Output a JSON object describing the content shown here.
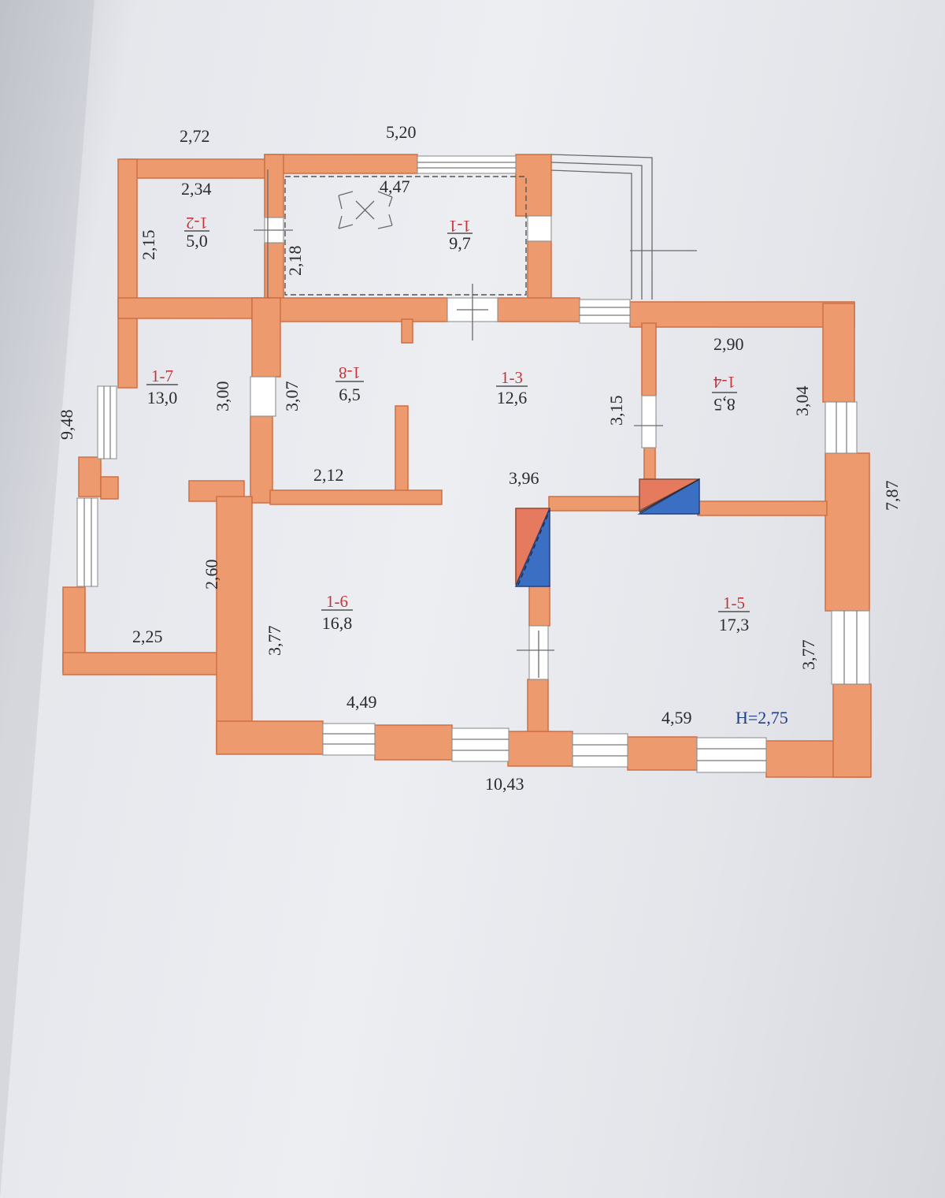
{
  "title": "",
  "rooms": [
    {
      "id": "1-1",
      "area": "9,7"
    },
    {
      "id": "1-2",
      "area": "5,0"
    },
    {
      "id": "1-3",
      "area": "12,6"
    },
    {
      "id": "1-4",
      "area": "8,5"
    },
    {
      "id": "1-5",
      "area": "17,3"
    },
    {
      "id": "1-6",
      "area": "16,8"
    },
    {
      "id": "1-7",
      "area": "13,0"
    },
    {
      "id": "1-8",
      "area": "6,5"
    }
  ],
  "dimensions": {
    "top_left_width": "2,72",
    "top_main_width": "5,20",
    "room12_width": "2,34",
    "room11_width": "4,47",
    "room12_height": "2,15",
    "room11_height": "2,18",
    "room7_height": "3,00",
    "room8_height": "3,07",
    "room3_height": "3,15",
    "room4_width": "2,90",
    "room4_height": "3,04",
    "overall_left": "9,48",
    "overall_right": "7,87",
    "corridor_width": "2,12",
    "room3_width": "3,96",
    "room7_lower": "2,60",
    "room7_width": "2,25",
    "room6_height": "3,77",
    "room6_width": "4,49",
    "room5_width": "4,59",
    "room5_height": "3,77",
    "overall_bottom": "10,43",
    "ceiling_height": "Н=2,75"
  },
  "colors": {
    "wall": "#ec9a6e",
    "wall_edge": "#cf6f45",
    "room_id": "#c2363a",
    "stair_blue": "#3b6fc4",
    "stair_red": "#e67a5e"
  }
}
